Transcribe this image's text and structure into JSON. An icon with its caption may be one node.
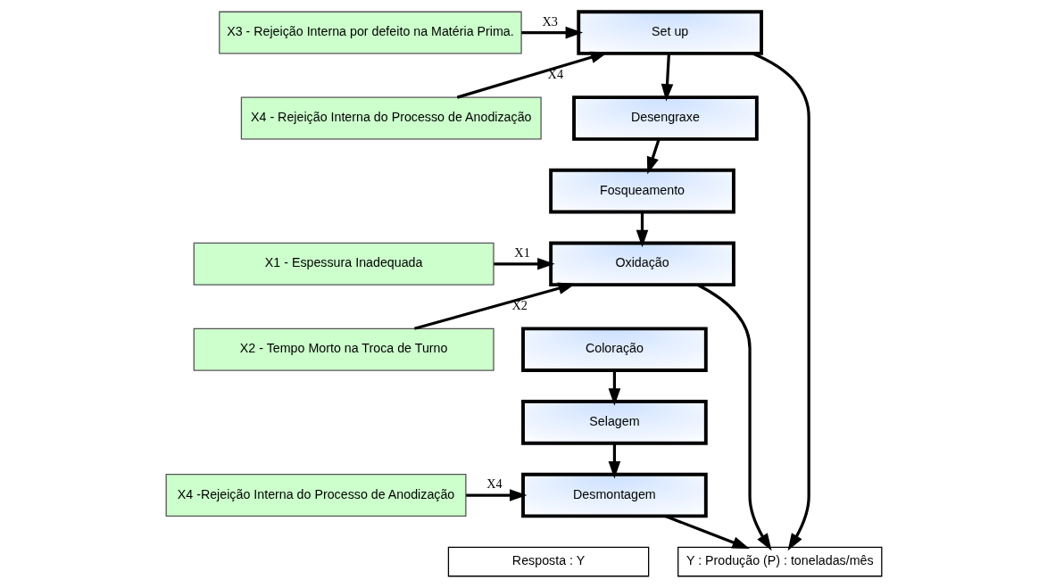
{
  "diagram": {
    "nodes": [
      {
        "text": [
          "X3 - Rejeição Interna por defeito na Matéria Prima."
        ]
      },
      {
        "text": [
          "X4 - Rejeição Interna do Processo de Anodização"
        ]
      },
      {
        "text": [
          "Set up"
        ]
      },
      {
        "text": [
          "Desengraxe"
        ]
      },
      {
        "text": [
          "Fosqueamento"
        ]
      },
      {
        "text": [
          "X1 - Espessura Inadequada"
        ]
      },
      {
        "text": [
          "X2 - Tempo Morto na Troca de Turno"
        ]
      },
      {
        "text": [
          "Oxidação"
        ]
      },
      {
        "text": [
          "Coloração"
        ]
      },
      {
        "text": [
          "Selagem"
        ]
      },
      {
        "text": [
          "X4 -Rejeição Interna do Processo de Anodização"
        ]
      },
      {
        "text": [
          "Desmontagem"
        ]
      },
      {
        "text": [
          "Resposta : Y"
        ]
      },
      {
        "text": [
          "Y : Produção (P) : toneladas/mês"
        ]
      }
    ],
    "edges": [
      {
        "from": 0,
        "to": 2,
        "arrow": "to",
        "label": "X3"
      },
      {
        "from": 1,
        "to": 2,
        "arrow": "to",
        "label": "X4"
      },
      {
        "from": 2,
        "to": 3,
        "arrow": "to"
      },
      {
        "from": 3,
        "to": 4,
        "arrow": "to"
      },
      {
        "from": 4,
        "to": 7,
        "arrow": "to"
      },
      {
        "from": 5,
        "to": 7,
        "arrow": "to",
        "label": "X1"
      },
      {
        "from": 6,
        "to": 7,
        "arrow": "to",
        "label": "X2"
      },
      {
        "from": 8,
        "to": 9,
        "arrow": "to"
      },
      {
        "from": 9,
        "to": 11,
        "arrow": "to"
      },
      {
        "from": 10,
        "to": 11,
        "arrow": "to",
        "label": "X4"
      },
      {
        "from": 2,
        "to": 13,
        "arrow": "to"
      },
      {
        "from": 7,
        "to": 13,
        "arrow": "to"
      },
      {
        "from": 11,
        "to": 13,
        "arrow": "to"
      }
    ]
  }
}
